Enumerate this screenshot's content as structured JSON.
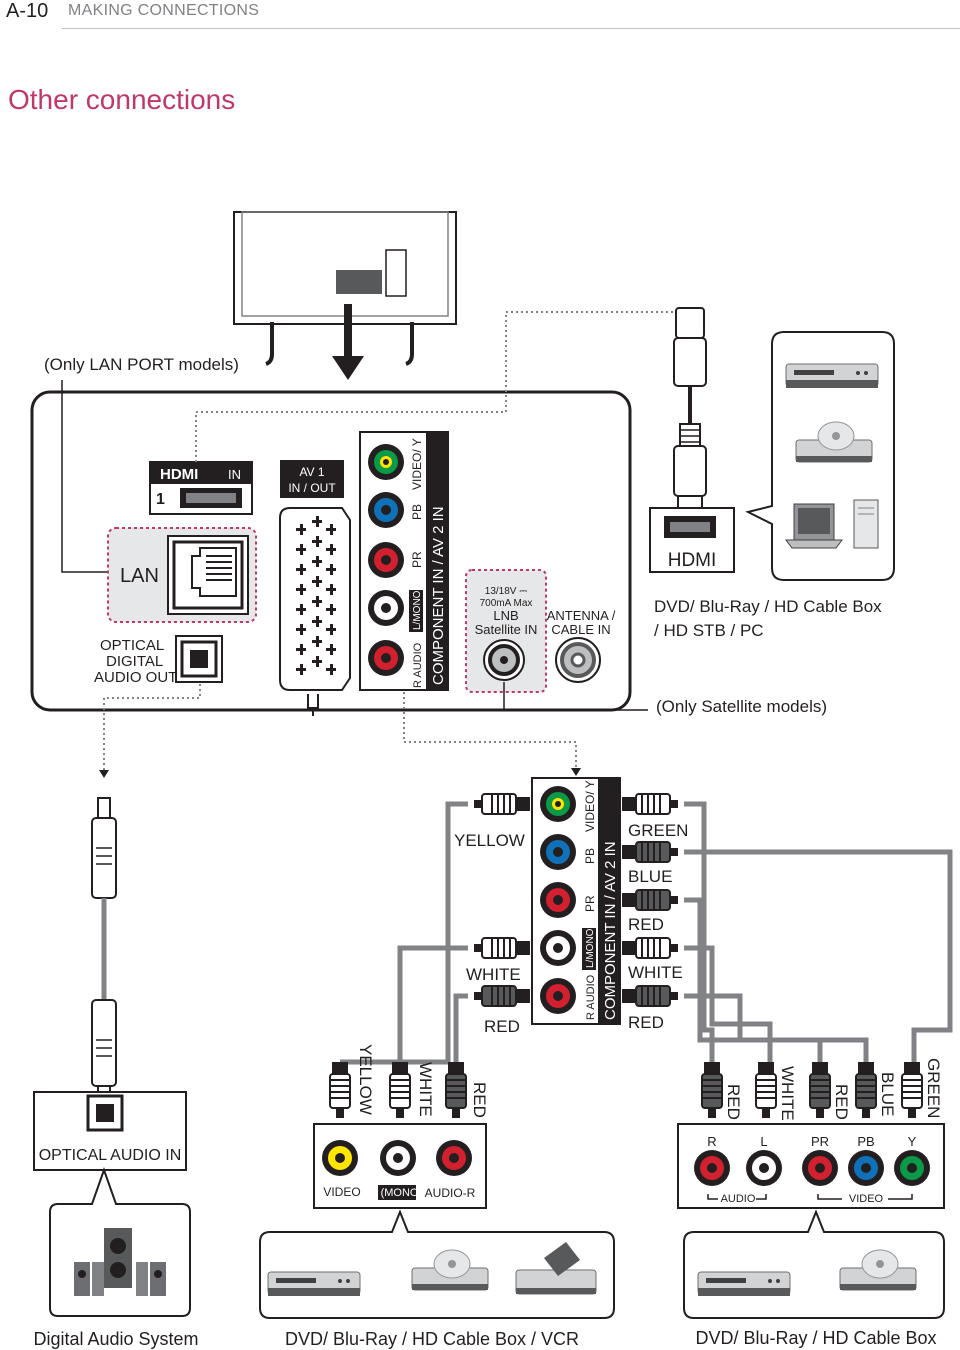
{
  "header": {
    "page": "A-10",
    "section": "MAKING CONNECTIONS"
  },
  "title": "Other connections",
  "notes": {
    "lan": "(Only LAN PORT models)",
    "satellite": "(Only Satellite models)"
  },
  "panel": {
    "hdmi_logo": "HDMI",
    "hdmi_in": "IN",
    "hdmi_num": "1",
    "lan": "LAN",
    "optical": [
      "OPTICAL",
      "DIGITAL",
      "AUDIO OUT"
    ],
    "av": [
      "AV 1",
      "IN / OUT"
    ],
    "component_title": "COMPONENT IN / AV 2 IN",
    "video_y": "VIDEO/ Y",
    "pb": "PB",
    "pr": "PR",
    "l_mono": "L/MONO",
    "r_audio": "R AUDIO",
    "lnb": [
      "13/18V ⎓",
      "700mA Max",
      "LNB",
      "Satellite IN"
    ],
    "antenna": [
      "ANTENNA /",
      "CABLE IN"
    ]
  },
  "hdmi_section": {
    "label": "HDMI",
    "devices": "DVD/ Blu-Ray / HD Cable Box",
    "devices2": "/ HD STB / PC"
  },
  "cable_colors": {
    "left": [
      "YELLOW",
      "WHITE",
      "RED"
    ],
    "right": [
      "GREEN",
      "BLUE",
      "RED",
      "WHITE",
      "RED"
    ]
  },
  "optical_in": "OPTICAL AUDIO IN",
  "av_device": {
    "plugs": [
      "YELLOW",
      "WHITE",
      "RED"
    ],
    "labels": [
      "VIDEO",
      "L (MONO)",
      "AUDIO-R"
    ]
  },
  "comp_device": {
    "plugs": [
      "RED",
      "WHITE",
      "RED",
      "BLUE",
      "GREEN"
    ],
    "labels": [
      "R",
      "L",
      "PR",
      "PB",
      "Y"
    ],
    "audio": "AUDIO",
    "video": "VIDEO"
  },
  "captions": {
    "left": "Digital Audio System",
    "middle": "DVD/ Blu-Ray / HD Cable Box / VCR",
    "right": "DVD/ Blu-Ray / HD Cable Box"
  },
  "colors": {
    "accent": "#c0376a",
    "green": "#0a9a48",
    "blue": "#0f72b8",
    "red": "#d2202f",
    "yellow": "#ffe600",
    "panel": "#231f20",
    "cable": "#808285"
  }
}
